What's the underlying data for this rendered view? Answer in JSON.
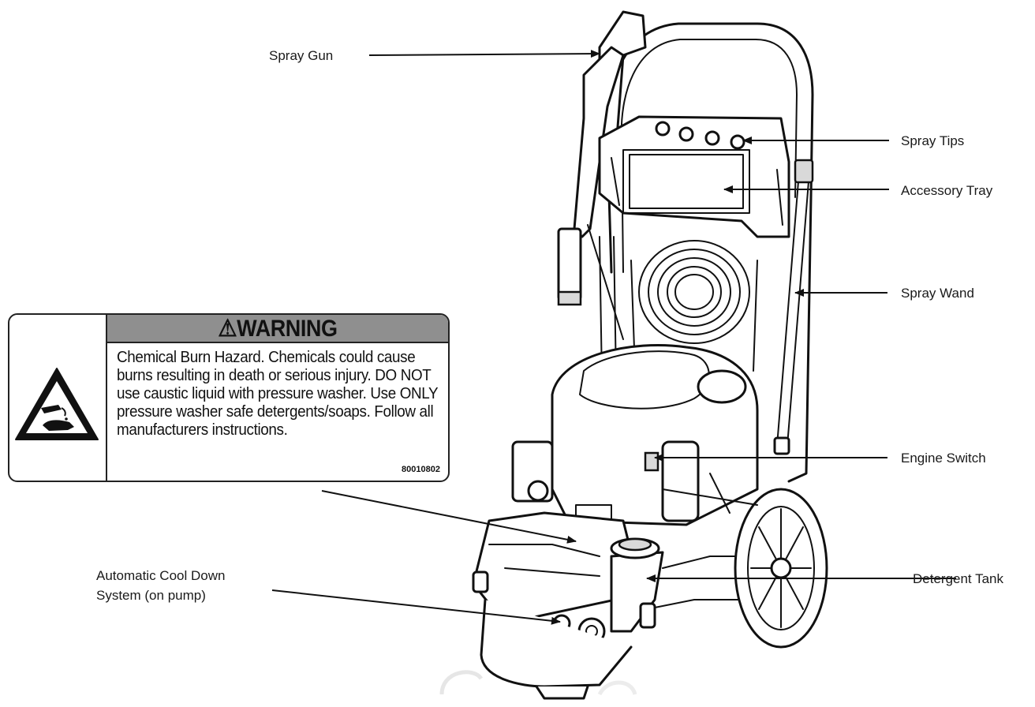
{
  "callouts": {
    "spray_gun": "Spray Gun",
    "spray_tips": "Spray Tips",
    "accessory_tray": "Accessory Tray",
    "spray_wand": "Spray Wand",
    "engine_switch": "Engine Switch",
    "detergent_tank": "Detergent Tank",
    "cool_down_line1": "Automatic Cool Down",
    "cool_down_line2": "System (on pump)"
  },
  "warning_label": {
    "symbol": "⚠",
    "heading": "WARNING",
    "body": "Chemical Burn Hazard. Chemicals could cause burns resulting in death or serious injury. DO NOT use caustic liquid with pressure washer. Use ONLY pressure washer safe detergents/soaps. Follow all manufacturers instructions.",
    "code": "80010802",
    "header_color": "#8f8f8f"
  },
  "icons": {
    "hazard": "chemical-burn-hazard-icon"
  }
}
